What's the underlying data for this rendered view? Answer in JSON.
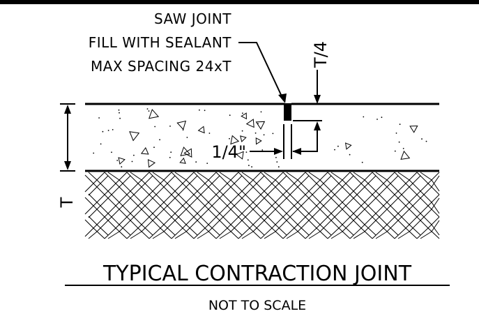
{
  "callout": {
    "line1": "SAW JOINT",
    "line2": "FILL WITH SEALANT",
    "line3": "MAX SPACING 24xT"
  },
  "dims": {
    "joint_depth": "T/4",
    "joint_width": "1/4\"",
    "slab_thickness": "T"
  },
  "title": "TYPICAL CONTRACTION JOINT",
  "subtitle": "NOT TO SCALE",
  "colors": {
    "ink": "#000000",
    "paper": "#ffffff"
  }
}
